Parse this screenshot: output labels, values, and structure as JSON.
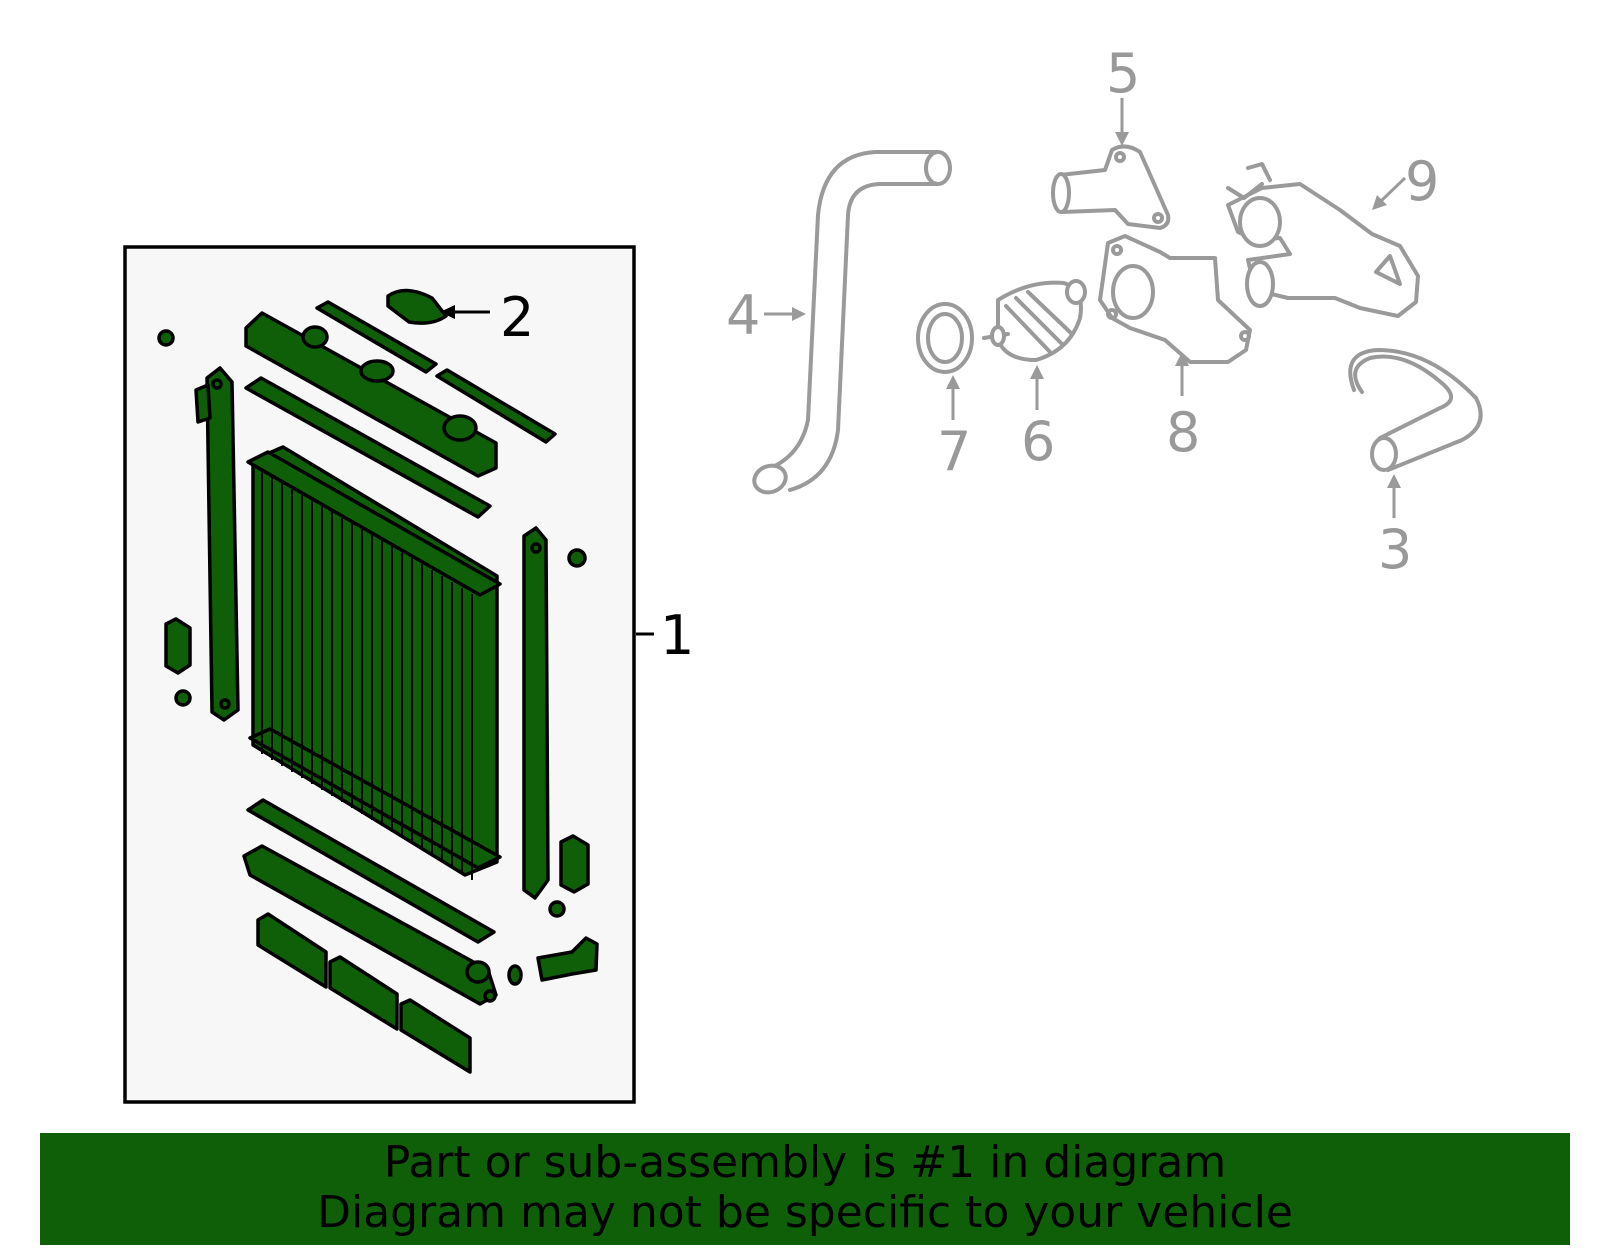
{
  "callouts": {
    "c1": "1",
    "c2": "2",
    "c3": "3",
    "c4": "4",
    "c5": "5",
    "c6": "6",
    "c7": "7",
    "c8": "8",
    "c9": "9"
  },
  "banner": {
    "line1": "Part or sub-assembly is #1 in diagram",
    "line2": "Diagram may not be specific to your vehicle"
  },
  "colors": {
    "highlight": "#0f5f08",
    "other_parts": "#9a9a9a",
    "frame_bg": "#f7f7f7"
  }
}
